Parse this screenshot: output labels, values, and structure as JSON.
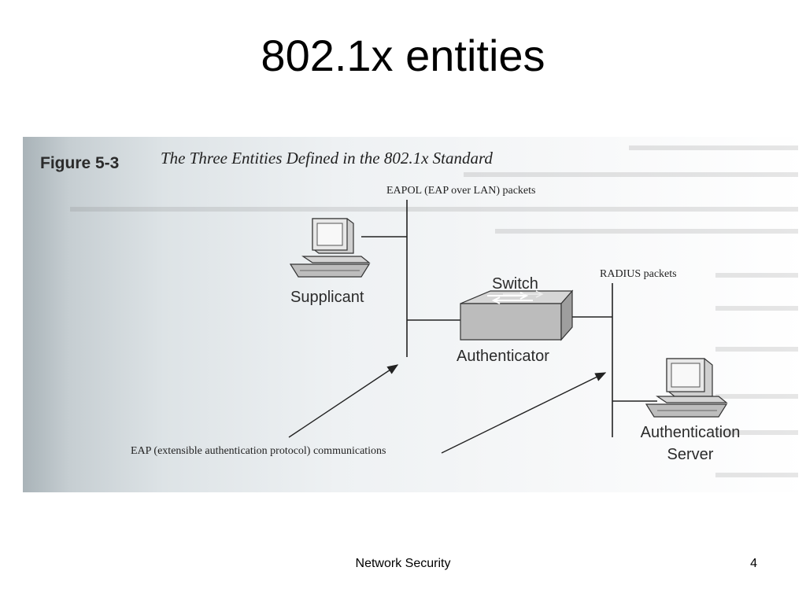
{
  "slide": {
    "title": "802.1x entities",
    "footer": "Network Security",
    "page_number": "4"
  },
  "figure": {
    "label": "Figure 5-3",
    "caption": "The Three Entities Defined in the 802.1x Standard",
    "nodes": {
      "supplicant": "Supplicant",
      "switch": "Switch",
      "authenticator": "Authenticator",
      "auth_server_line1": "Authentication",
      "auth_server_line2": "Server"
    },
    "annotations": {
      "eapol": "EAPOL (EAP over LAN) packets",
      "radius": "RADIUS packets",
      "eap": "EAP (extensible authentication protocol) communications"
    },
    "icons": {
      "supplicant": "computer-icon",
      "switch": "switch-icon",
      "server": "computer-icon"
    }
  }
}
